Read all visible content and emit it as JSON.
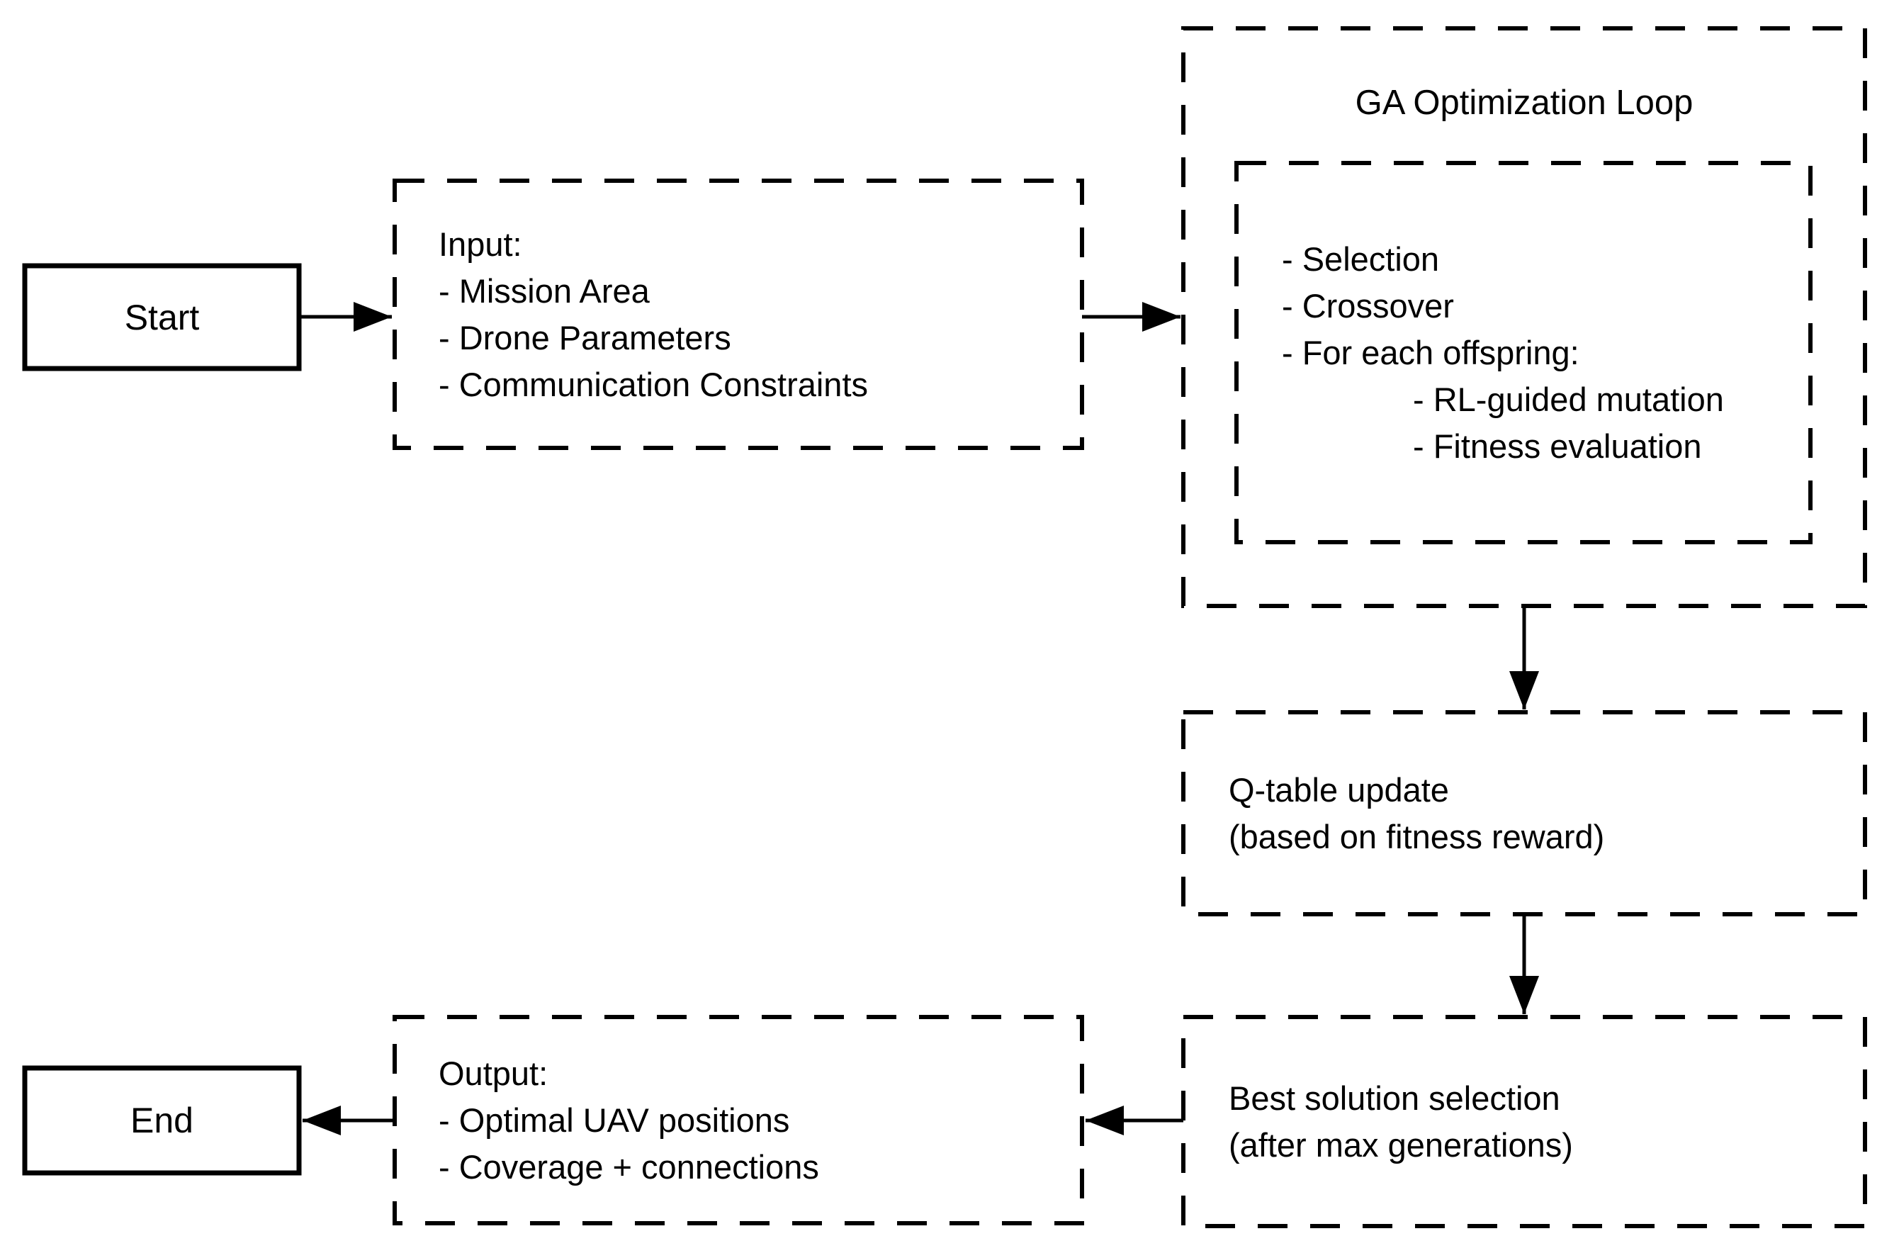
{
  "nodes": {
    "start": {
      "label": "Start"
    },
    "input": {
      "lines": [
        "Input:",
        "- Mission Area",
        "- Drone Parameters",
        "- Communication Constraints"
      ]
    },
    "ga_loop": {
      "title": "GA Optimization Loop"
    },
    "ga_inner": {
      "lines": [
        "- Selection",
        "- Crossover",
        "- For each offspring:",
        "- RL-guided mutation",
        "- Fitness evaluation"
      ]
    },
    "qtable": {
      "lines": [
        "Q-table update",
        "(based on fitness reward)"
      ]
    },
    "best_solution": {
      "lines": [
        "Best solution selection",
        "(after max generations)"
      ]
    },
    "output": {
      "lines": [
        "Output:",
        "- Optimal UAV positions",
        "- Coverage + connections"
      ]
    },
    "end": {
      "label": "End"
    }
  },
  "colors": {
    "stroke": "#000000",
    "text": "#000000",
    "background": "#ffffff"
  }
}
